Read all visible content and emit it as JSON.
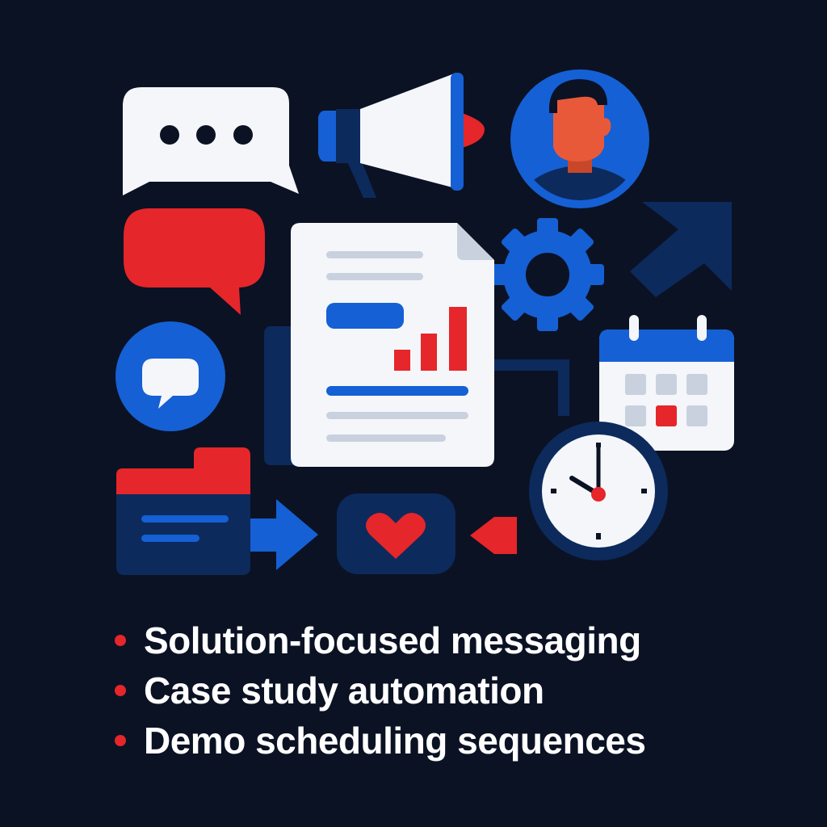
{
  "colors": {
    "background": "#0b1224",
    "blue": "#1560d4",
    "navy": "#0d2a5c",
    "red": "#e5262a",
    "white": "#f4f6fa",
    "skin": "#e8593a"
  },
  "icons": [
    "chat-bubble-icon",
    "megaphone-icon",
    "user-avatar-icon",
    "speech-bubble-icon",
    "document-report-icon",
    "gear-icon",
    "arrow-up-right-icon",
    "chat-circle-icon",
    "calendar-icon",
    "clock-icon",
    "folder-icon",
    "arrow-right-icon",
    "heart-icon",
    "pointer-tag-icon"
  ],
  "bullets": [
    {
      "text": "Solution-focused messaging"
    },
    {
      "text": "Case study automation"
    },
    {
      "text": "Demo scheduling sequences"
    }
  ]
}
